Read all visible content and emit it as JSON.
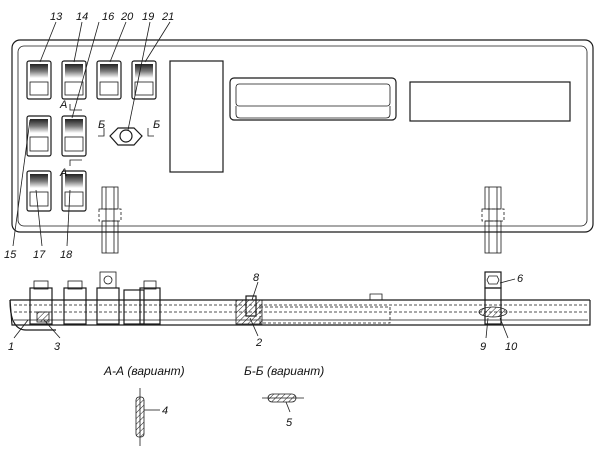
{
  "callouts": {
    "n1": "1",
    "n2": "2",
    "n3": "3",
    "n4": "4",
    "n5": "5",
    "n6": "6",
    "n8": "8",
    "n9": "9",
    "n10": "10",
    "n13": "13",
    "n14": "14",
    "n15": "15",
    "n16": "16",
    "n17": "17",
    "n18": "18",
    "n19": "19",
    "n20": "20",
    "n21": "21"
  },
  "section_marks": {
    "a_top": "А",
    "a_bottom": "А",
    "b_left": "Б",
    "b_right": "Б"
  },
  "captions": {
    "section_aa": "А-А (вариант)",
    "section_bb": "Б-Б (вариант)"
  }
}
